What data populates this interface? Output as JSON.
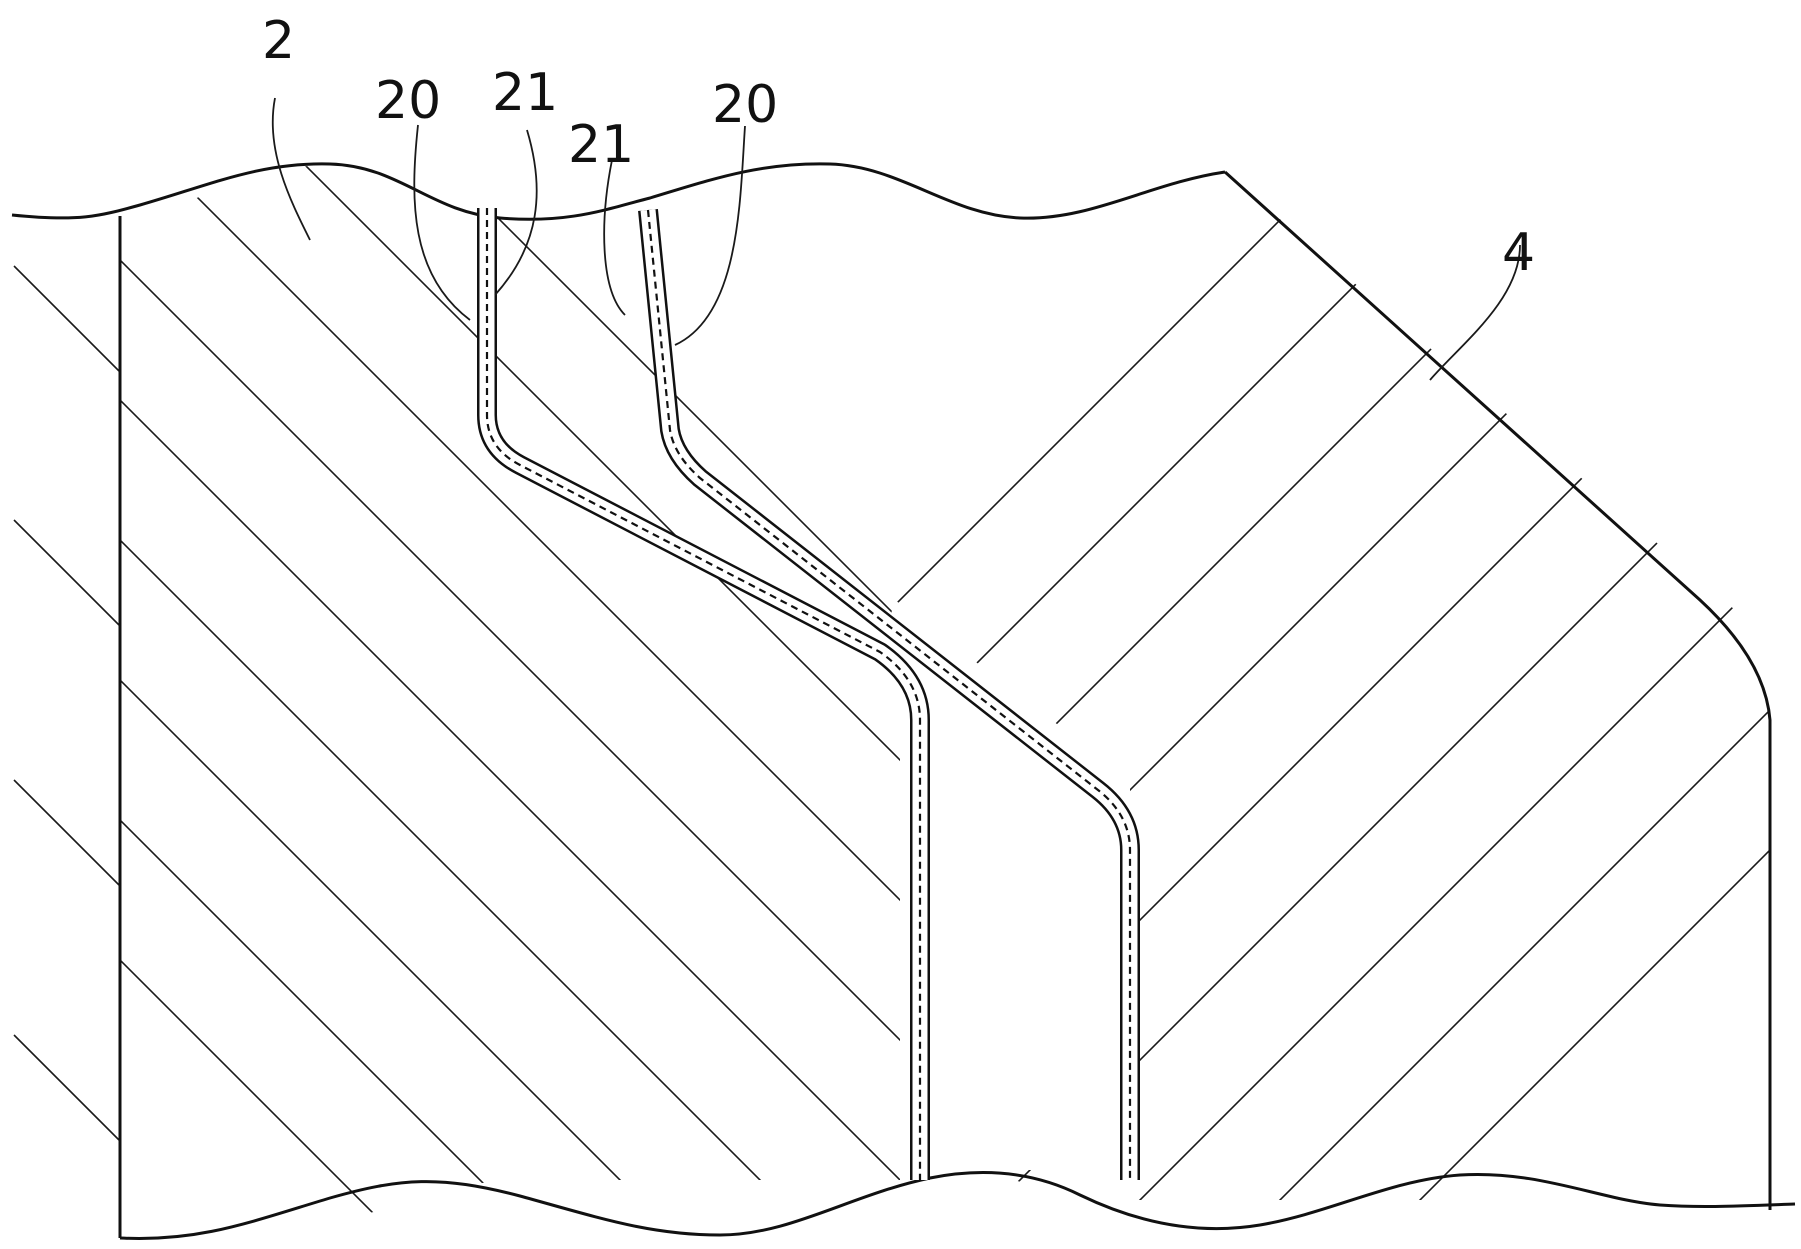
{
  "figure": {
    "labels": {
      "part_2": "2",
      "part_4": "4",
      "part_20_left": "20",
      "part_21_left": "21",
      "part_21_right": "21",
      "part_20_right": "20"
    },
    "colors": {
      "line": "#111111",
      "background": "#ffffff"
    }
  }
}
